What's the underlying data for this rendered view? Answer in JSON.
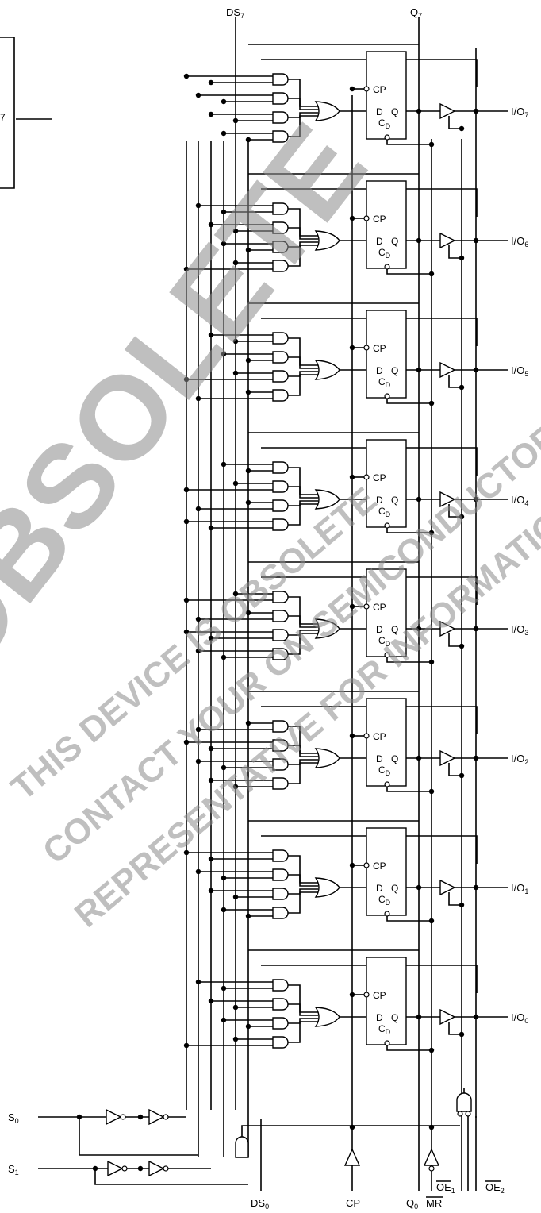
{
  "colors": {
    "line": "#000000",
    "watermark": "#8c8c8c",
    "background": "#ffffff"
  },
  "top_labels": [
    {
      "main": "DS",
      "sub": "7"
    },
    {
      "main": "Q",
      "sub": "7"
    }
  ],
  "bottom_labels": [
    {
      "main": "DS",
      "sub": "0"
    },
    {
      "main": "CP",
      "sub": ""
    },
    {
      "main": "Q",
      "sub": "0"
    },
    {
      "main": "MR",
      "sub": "",
      "overline": true
    },
    {
      "main": "OE",
      "sub": "1",
      "overline": true
    },
    {
      "main": "OE",
      "sub": "2",
      "overline": true
    }
  ],
  "left_inputs": [
    {
      "main": "S",
      "sub": "0"
    },
    {
      "main": "S",
      "sub": "1"
    }
  ],
  "partial_block_label": "7",
  "flipflop": {
    "clock": "CP",
    "data": "D",
    "output": "Q",
    "clear_main": "C",
    "clear_sub": "D"
  },
  "io_outputs": [
    {
      "main": "I/O",
      "sub": "7"
    },
    {
      "main": "I/O",
      "sub": "6"
    },
    {
      "main": "I/O",
      "sub": "5"
    },
    {
      "main": "I/O",
      "sub": "4"
    },
    {
      "main": "I/O",
      "sub": "3"
    },
    {
      "main": "I/O",
      "sub": "2"
    },
    {
      "main": "I/O",
      "sub": "1"
    },
    {
      "main": "I/O",
      "sub": "0"
    }
  ],
  "watermark": {
    "big": "OBSOLETE",
    "lines": [
      "THIS DEVICE IS OBSOLETE",
      "CONTACT YOUR ON SEMICONDUCTOR",
      "REPRESENTATIVE FOR INFORMATION"
    ]
  }
}
